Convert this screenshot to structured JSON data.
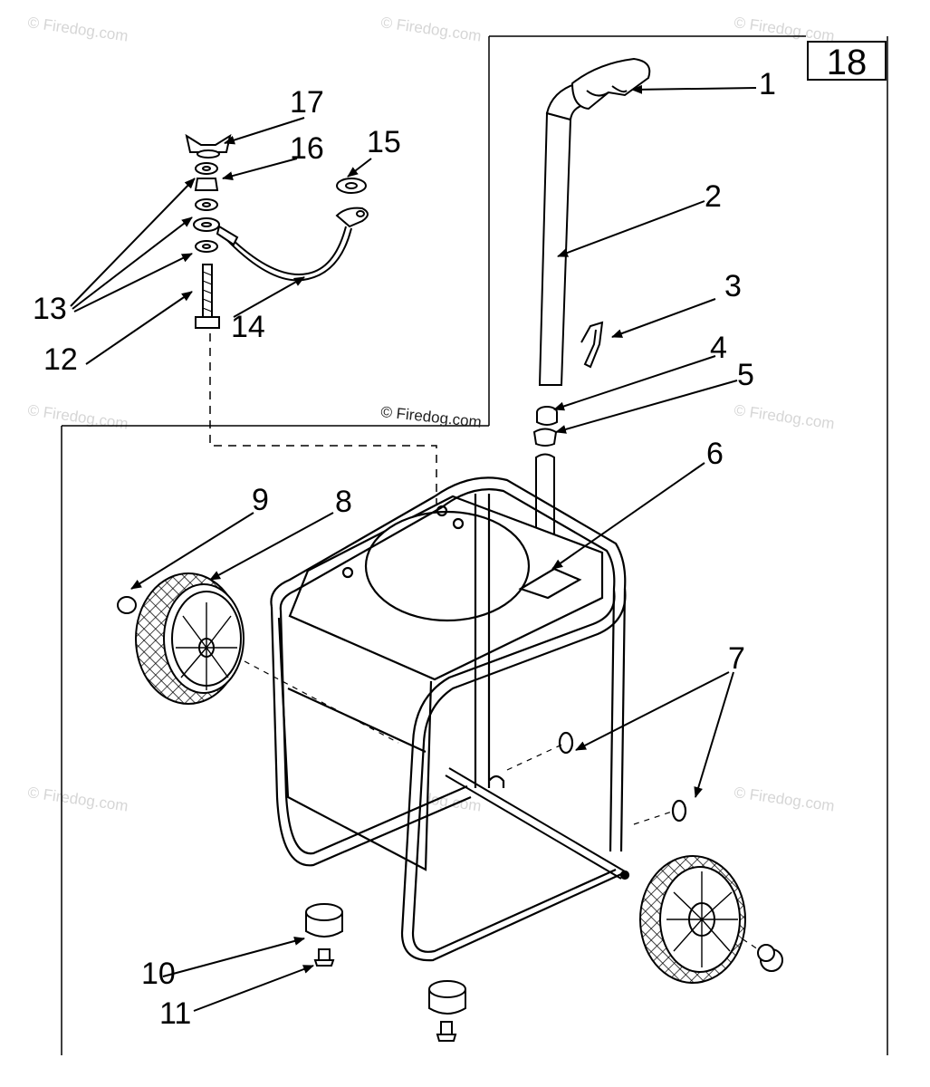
{
  "page_number": "18",
  "watermark": "© Firedog.com",
  "callouts": [
    "1",
    "2",
    "3",
    "4",
    "5",
    "6",
    "7",
    "8",
    "9",
    "10",
    "11",
    "12",
    "13",
    "14",
    "15",
    "16",
    "17"
  ],
  "colors": {
    "ink": "#000000",
    "watermark": "#d6d6d6",
    "background": "#ffffff"
  }
}
